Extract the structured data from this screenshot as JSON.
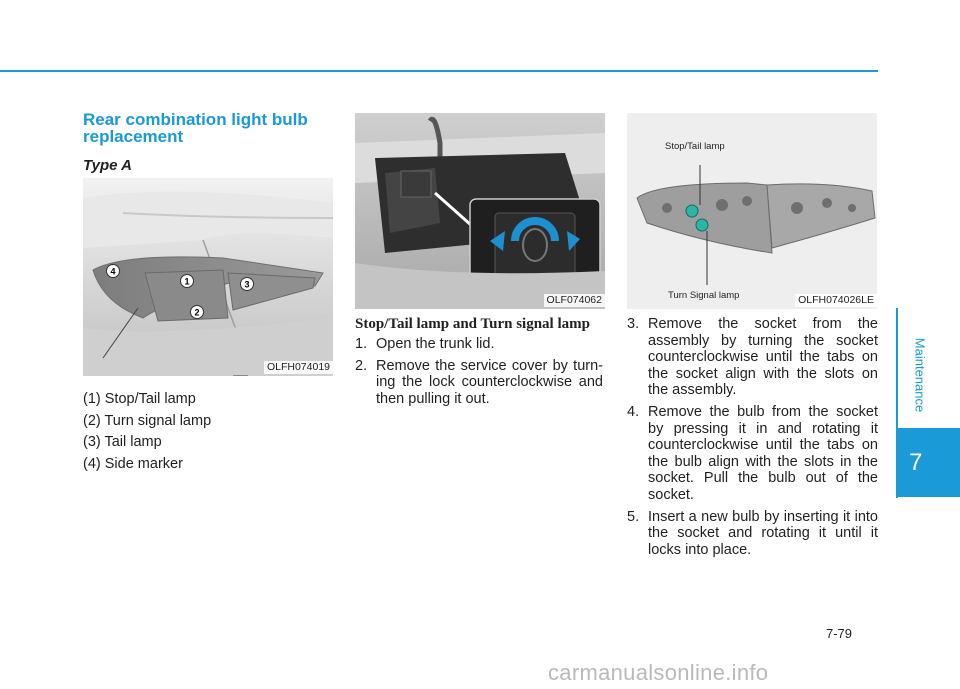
{
  "section": {
    "title": "Rear combination light bulb replacement",
    "type_label": "Type A"
  },
  "figure1": {
    "code": "OLFH074019",
    "callouts": [
      "4",
      "1",
      "3",
      "2"
    ]
  },
  "legend": [
    "(1) Stop/Tail lamp",
    "(2) Turn signal lamp",
    "(3) Tail lamp",
    "(4) Side marker"
  ],
  "figure2": {
    "code": "OLF074062"
  },
  "subheading": "Stop/Tail lamp and Turn signal lamp",
  "steps_left": [
    {
      "num": "1.",
      "text": "Open the trunk lid."
    },
    {
      "num": "2.",
      "text": "Remove the service cover by turn-ing the lock counterclockwise and then pulling it out."
    }
  ],
  "figure3": {
    "code": "OLFH074026LE",
    "label_top": "Stop/Tail lamp",
    "label_bottom": "Turn Signal lamp"
  },
  "steps_right": [
    {
      "num": "3.",
      "text": "Remove the socket from the assembly by turning the socket counterclockwise until the tabs on the socket align with the slots on the assembly."
    },
    {
      "num": "4.",
      "text": "Remove the bulb from the socket by pressing it in and rotating it counterclockwise until the tabs on the bulb align with the slots in the socket. Pull the bulb out of the socket."
    },
    {
      "num": "5.",
      "text": "Insert a new bulb by inserting it into the socket and rotating it until it locks into place."
    }
  ],
  "side_tab": {
    "label": "Maintenance",
    "chapter": "7"
  },
  "page_number": "7-79",
  "watermark": "carmanualsonline.info",
  "colors": {
    "accent": "#1a9ad6",
    "text": "#231f20"
  }
}
